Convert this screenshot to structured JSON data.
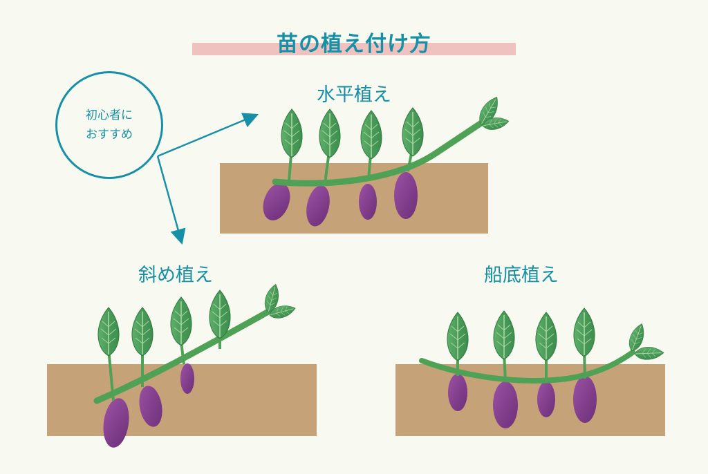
{
  "title": "苗の植え付け方",
  "callout": {
    "text": "初心者に\nおすすめ"
  },
  "methods": {
    "horizontal": "水平植え",
    "slanted": "斜め植え",
    "boat_bottom": "船底植え"
  },
  "colors": {
    "accent": "#1590a7",
    "title_band": "#efc2bf",
    "soil": "#c5a278",
    "vine": "#4ea155",
    "leaf": "#3e8e4f",
    "leaf_light": "#5fb06a",
    "potato": "#7f3f8a",
    "background": "#f8f9f1"
  }
}
